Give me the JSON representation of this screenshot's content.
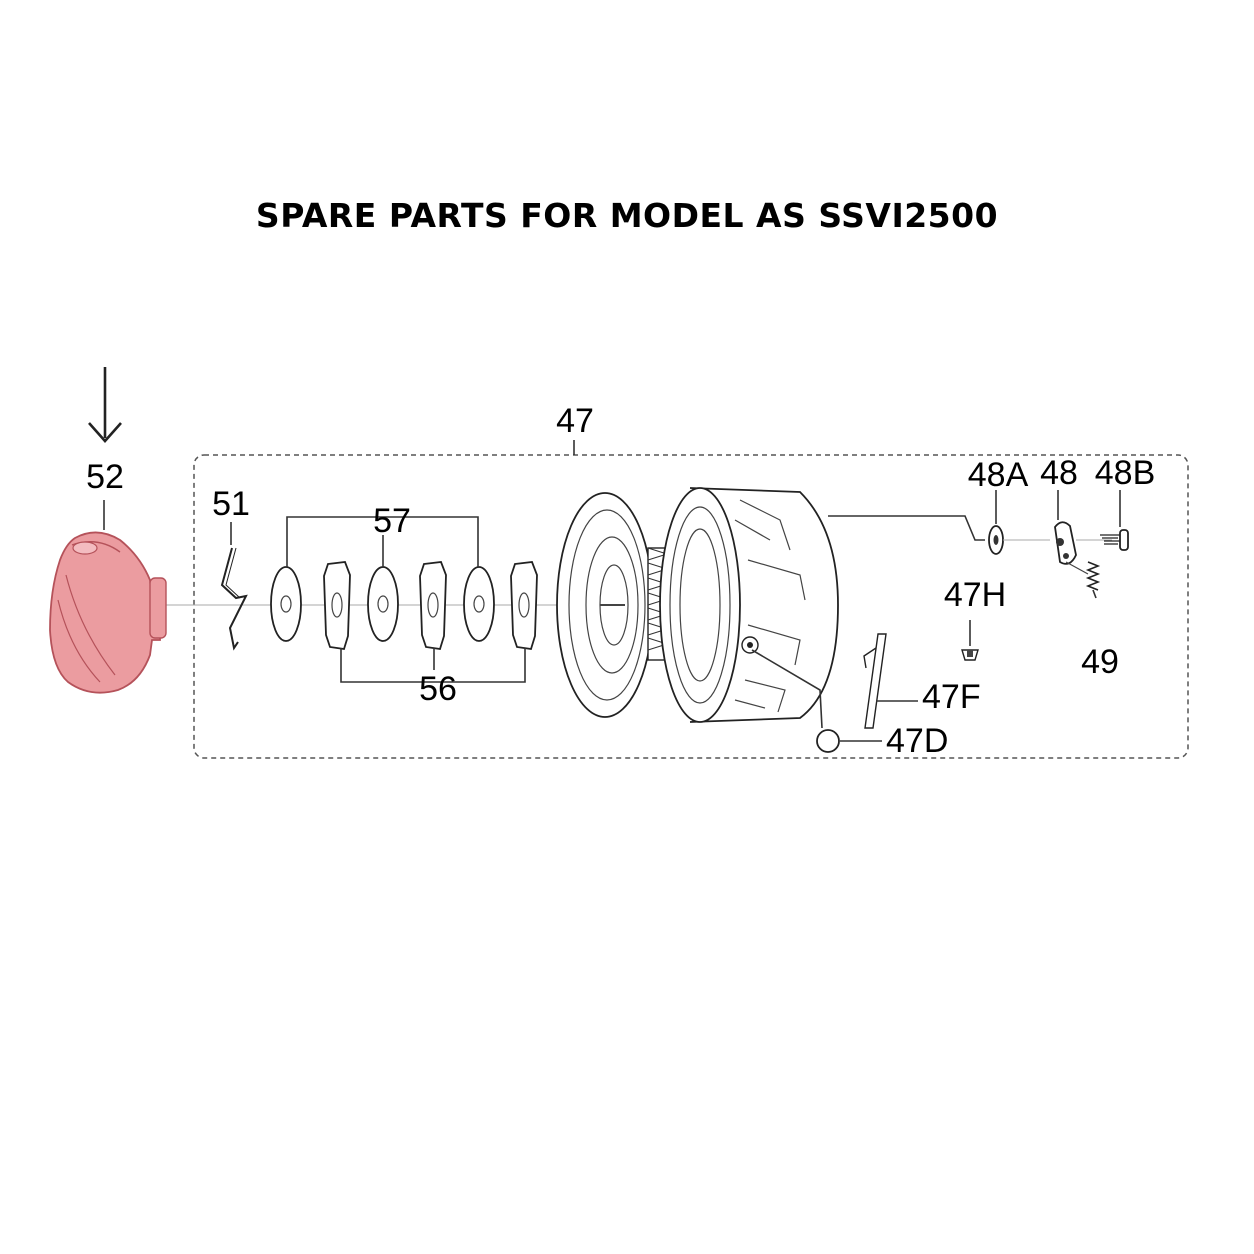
{
  "title": "SPARE PARTS FOR MODEL AS SSVI2500",
  "highlight_color": "#e8868c",
  "labels": {
    "p47": "47",
    "p47d": "47D",
    "p47f": "47F",
    "p47h": "47H",
    "p48": "48",
    "p48a": "48A",
    "p48b": "48B",
    "p49": "49",
    "p51": "51",
    "p52": "52",
    "p56": "56",
    "p57": "57"
  }
}
